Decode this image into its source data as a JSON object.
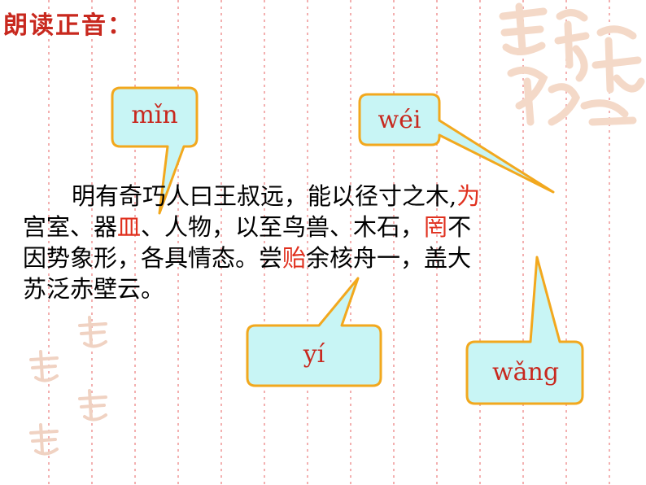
{
  "title": "朗读正音：",
  "colors": {
    "title": "#c8281e",
    "highlight": "#e0301e",
    "callout_fill": "#c8f5f5",
    "callout_border": "#f2a81e",
    "pinyin": "#c8281e",
    "grid_line": "#f3b0b0",
    "seal": "#f4d9c8"
  },
  "passage": {
    "line1": {
      "a": "明有奇巧人曰王叔远，能以径寸之木,",
      "b": "为"
    },
    "line2": {
      "a": "宫室、器",
      "b": "皿",
      "c": "、人物，以至鸟兽、木石，",
      "d": "罔",
      "e": "不"
    },
    "line3": {
      "a": "因势象形，各具情态。尝",
      "b": "贻",
      "c": "余核舟一，盖大"
    },
    "line4": {
      "a": "苏泛赤壁云。"
    }
  },
  "callouts": [
    {
      "target": "皿",
      "pinyin": "mǐn"
    },
    {
      "target": "为",
      "pinyin": "wéi"
    },
    {
      "target": "贻",
      "pinyin": "yí"
    },
    {
      "target": "罔",
      "pinyin": "wǎng"
    }
  ],
  "decor": {
    "seal_icon": "auspicious-seal-icon"
  }
}
